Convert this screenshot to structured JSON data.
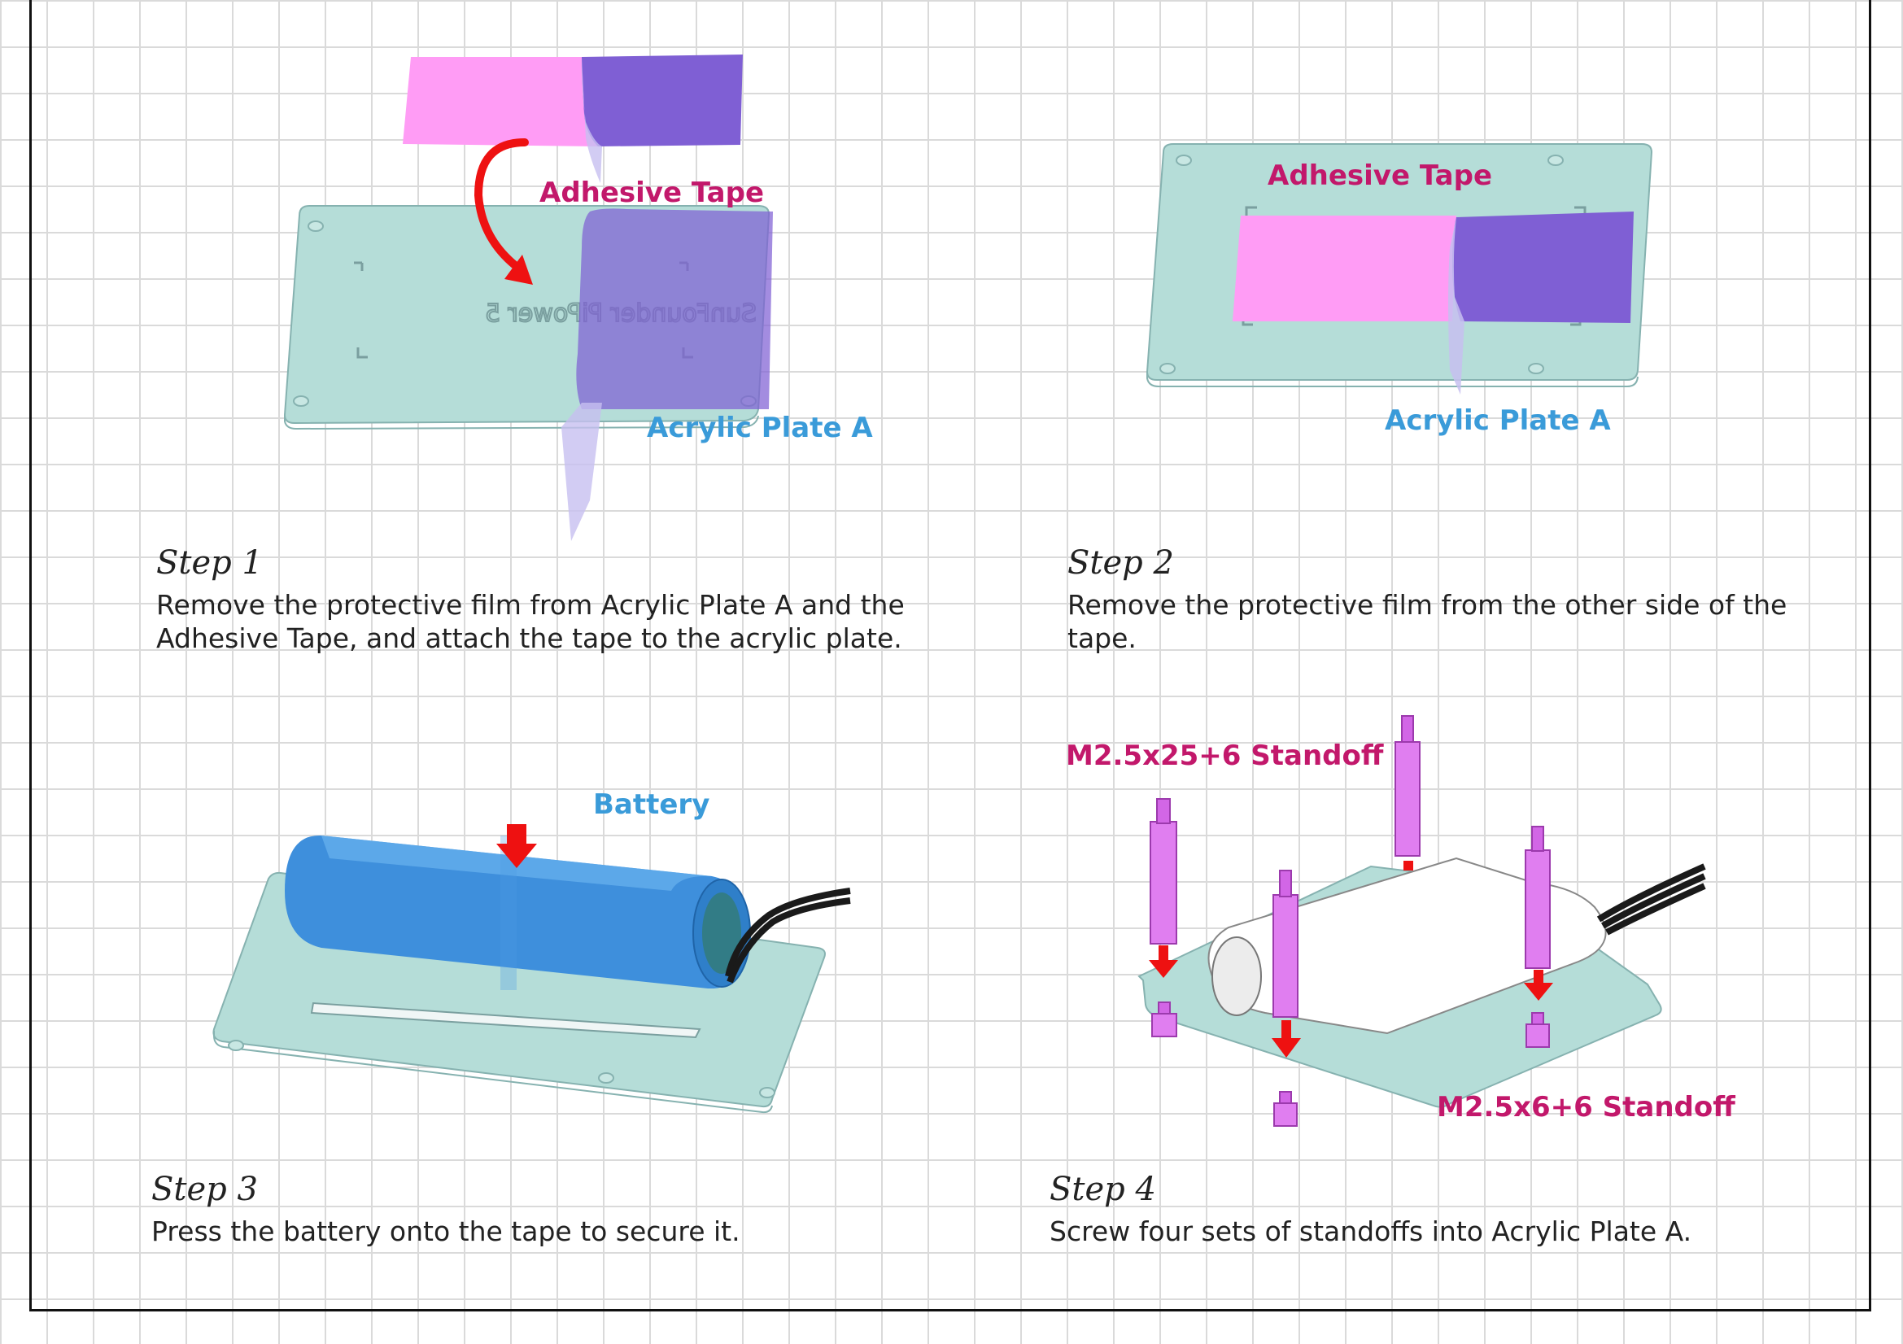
{
  "steps": [
    {
      "title": "Step 1",
      "description": "Remove the protective film from Acrylic Plate A and the Adhesive Tape, and attach the tape to the acrylic plate.",
      "labels": {
        "tape": "Adhesive Tape",
        "plate": "Acrylic Plate A"
      },
      "engraving": "SunFounder PiPower 5"
    },
    {
      "title": "Step 2",
      "description": "Remove the protective film from the other side of the tape.",
      "labels": {
        "tape": "Adhesive Tape",
        "plate": "Acrylic Plate A"
      }
    },
    {
      "title": "Step 3",
      "description": "Press the battery onto the tape to secure it.",
      "labels": {
        "battery": "Battery"
      }
    },
    {
      "title": "Step 4",
      "description": "Screw four sets of standoffs into Acrylic Plate A.",
      "labels": {
        "standoff_long": "M2.5x25+6 Standoff",
        "standoff_short": "M2.5x6+6 Standoff"
      }
    }
  ],
  "colors": {
    "plate": "#b5ddd8",
    "tape_front": "#ff9cf5",
    "tape_back": "#7f5fd4",
    "arrow": "#ee1111",
    "battery": "#3e8fdc",
    "standoff": "#e07ef0",
    "label_magenta": "#c2186b",
    "label_blue": "#3a9bd9"
  }
}
